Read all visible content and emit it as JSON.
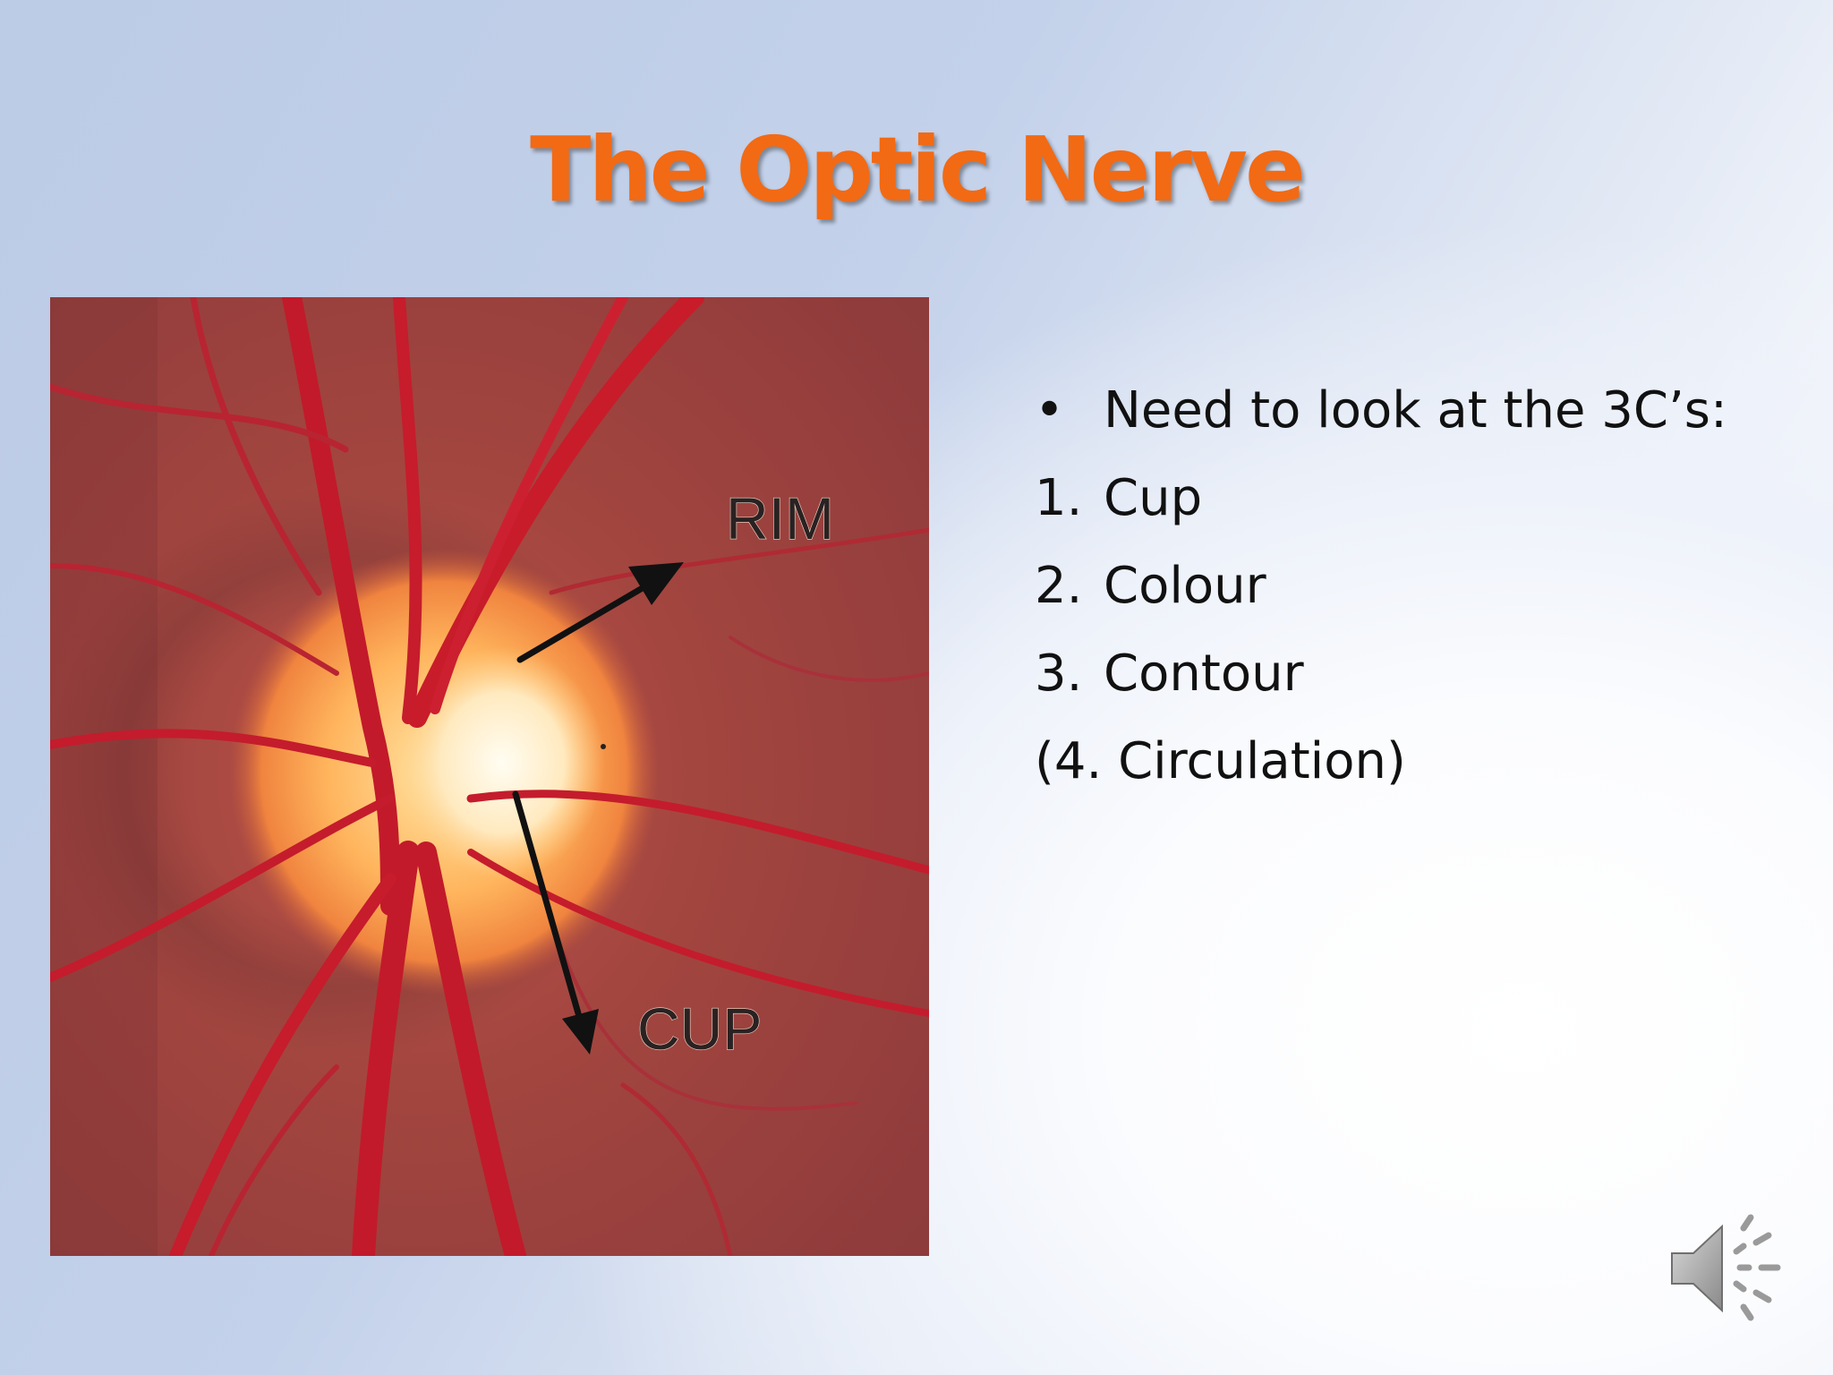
{
  "slide": {
    "title": "The Optic Nerve",
    "title_color": "#f26a14"
  },
  "figure": {
    "labels": {
      "rim": "RIM",
      "cup": "CUP"
    }
  },
  "content": {
    "items": [
      {
        "marker": "•",
        "text": "Need to look at the 3C’s:"
      },
      {
        "marker": "1.",
        "text": "Cup"
      },
      {
        "marker": "2.",
        "text": "Colour"
      },
      {
        "marker": "3.",
        "text": "Contour"
      },
      {
        "marker": "",
        "text": "(4. Circulation)"
      }
    ]
  },
  "audio": {
    "icon": "speaker-sound-icon"
  }
}
